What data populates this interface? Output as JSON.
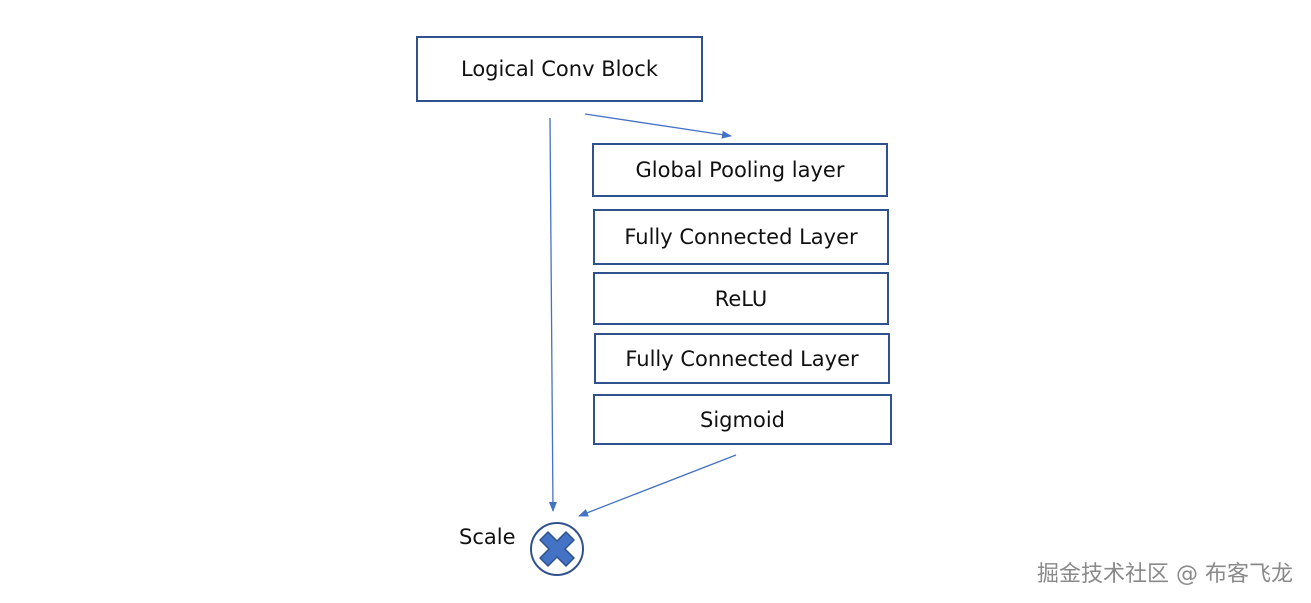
{
  "diagram": {
    "top_block": "Logical Conv Block",
    "layers": [
      "Global Pooling layer",
      "Fully Connected Layer",
      "ReLU",
      "Fully Connected Layer",
      "Sigmoid"
    ],
    "scale_label": "Scale",
    "multiply_icon": "multiply-icon"
  },
  "colors": {
    "box_border": "#2f528f",
    "arrow": "#4472c4",
    "multiply_fill": "#4472c4",
    "multiply_outline": "#2f528f"
  },
  "watermark": "掘金技术社区 @ 布客飞龙"
}
